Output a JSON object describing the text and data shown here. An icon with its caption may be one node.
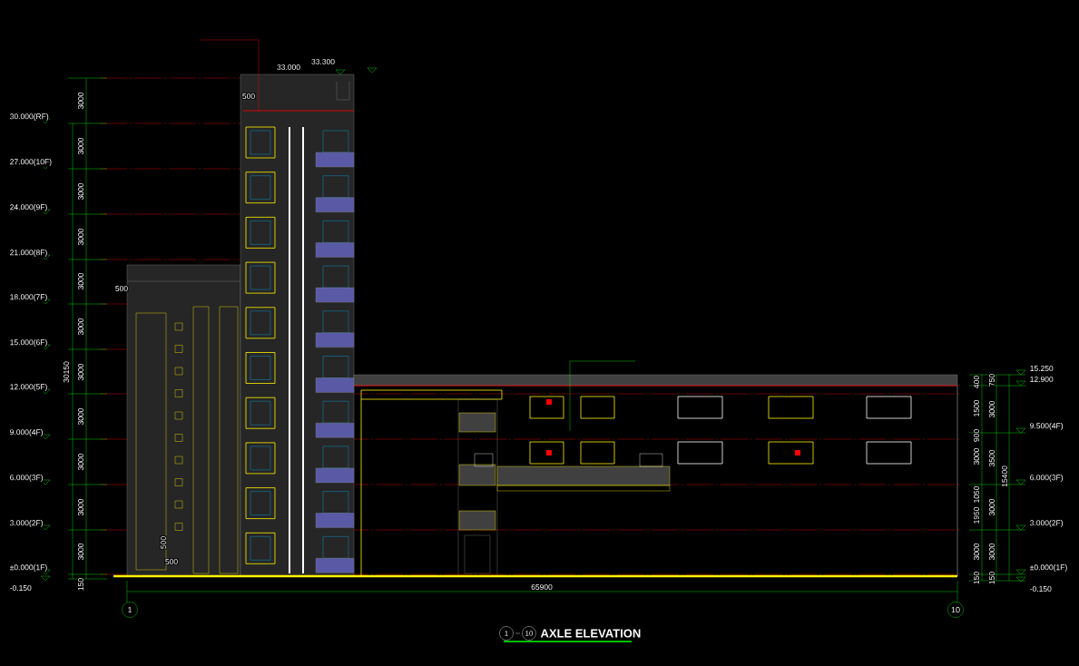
{
  "diagram": {
    "title": "AXLE ELEVATION",
    "nodes": [
      {
        "text": [
          "1"
        ]
      },
      {
        "text": [
          "10"
        ]
      }
    ],
    "labels": [
      "1",
      "10",
      "33.000",
      "33.300",
      "500",
      "30.000(RF)",
      "27.000(10F)",
      "24.000(9F)",
      "21.000(8F)",
      "18.000(7F)",
      "15.000(6F)",
      "12.000(5F)",
      "9.000(4F)",
      "6.000(3F)",
      "3.000(2F)",
      "±0.000(1F)",
      "-0.150",
      "3000",
      "3000",
      "3000",
      "3000",
      "3000",
      "3000",
      "3000",
      "3000",
      "3000",
      "3000",
      "3000",
      "150",
      "30150",
      "500",
      "500",
      "500",
      "15.250",
      "12.900",
      "9.500(4F)",
      "6.000(3F)",
      "3.000(2F)",
      "±0.000(1F)",
      "-0.150",
      "150",
      "3000",
      "1950",
      "1050",
      "3000",
      "900",
      "1500",
      "400",
      "150",
      "3000",
      "3000",
      "3500",
      "3000",
      "750",
      "15400",
      "65900"
    ]
  }
}
